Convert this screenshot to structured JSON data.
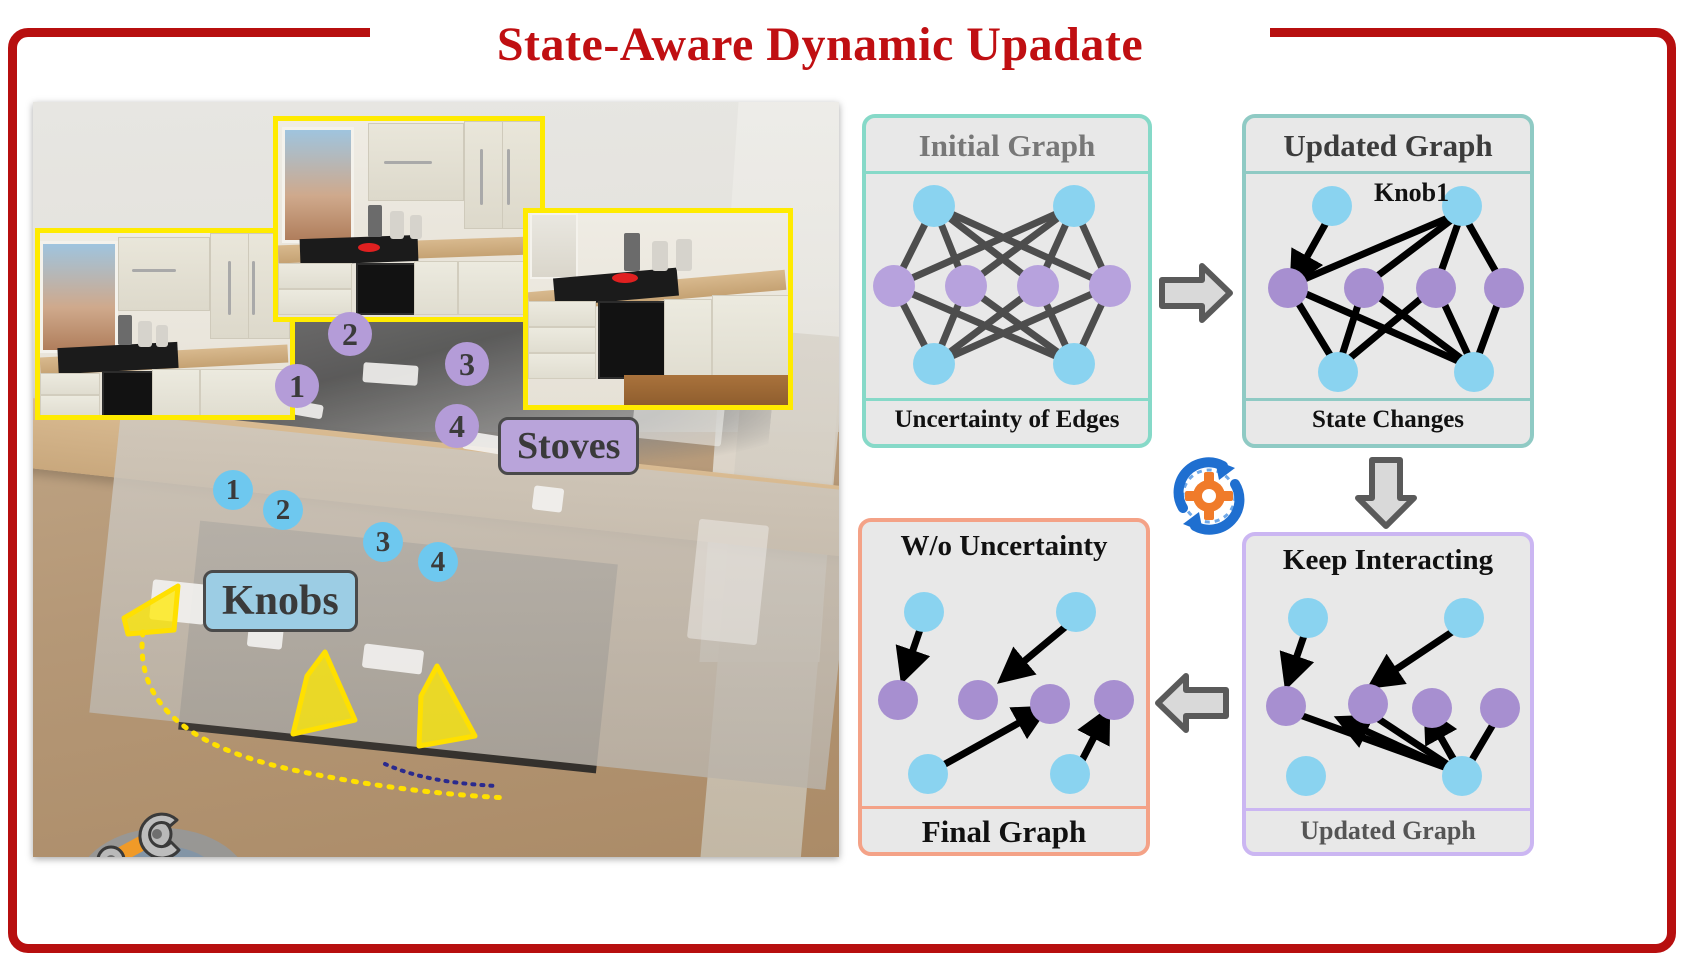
{
  "page": {
    "title": "State-Aware Dynamic Upadate",
    "frame_color": "#b70f0f",
    "title_color": "#c00f12"
  },
  "scene": {
    "name": "kitchen-point-cloud-scene",
    "class_chips": [
      {
        "label": "Stoves",
        "color": "#b9a4da"
      },
      {
        "label": "Knobs",
        "color": "#9ccde4"
      }
    ],
    "stove_markers": [
      {
        "label": "1"
      },
      {
        "label": "2"
      },
      {
        "label": "3"
      },
      {
        "label": "4"
      }
    ],
    "knob_markers": [
      {
        "label": "1"
      },
      {
        "label": "2"
      },
      {
        "label": "3"
      },
      {
        "label": "4"
      }
    ],
    "marker_colors": {
      "stove": "#b49cd8",
      "knob": "#6ec8ef"
    },
    "inset_border_color": "#ffeb00",
    "insets": [
      {
        "name": "kitchen-view-left"
      },
      {
        "name": "kitchen-view-center"
      },
      {
        "name": "kitchen-view-right"
      }
    ],
    "robot": {
      "name": "mobile-manipulator-robot"
    },
    "waypoint": {
      "name": "location-pin"
    }
  },
  "diagram": {
    "cycle_icon": {
      "name": "refresh-gear-icon",
      "arc_color": "#1f6fd0",
      "gear_color": "#f07b2a"
    },
    "panels": [
      {
        "id": "initial",
        "header": "Initial Graph",
        "footer": "Uncertainty of Edges",
        "border_color": "#86d9c8",
        "header_color": "#777777",
        "footer_color": "#111111",
        "node_label": "",
        "edge_style": "undirected-gray"
      },
      {
        "id": "updated-top",
        "header": "Updated Graph",
        "footer": "State Changes",
        "border_color": "#8fcac4",
        "header_color": "#3c3c3c",
        "footer_color": "#111111",
        "node_label": "Knob1",
        "edge_style": "directed-black"
      },
      {
        "id": "keep-interacting",
        "header": "Keep Interacting",
        "footer": "Updated Graph",
        "border_color": "#cbb6f2",
        "header_color": "#111111",
        "footer_color": "#555555",
        "node_label": "",
        "edge_style": "directed-black"
      },
      {
        "id": "final",
        "header": "W/o Uncertainty",
        "footer": "Final Graph",
        "border_color": "#f4a287",
        "header_color": "#111111",
        "footer_color": "#111111",
        "node_label": "",
        "edge_style": "directed-black"
      }
    ],
    "flow_arrows": [
      {
        "name": "arrow-initial-to-updated",
        "direction": "right"
      },
      {
        "name": "arrow-updated-to-keep",
        "direction": "down"
      },
      {
        "name": "arrow-keep-to-final",
        "direction": "left"
      }
    ],
    "node_colors": {
      "blue": "#8ad3f0",
      "purple": "#a78fd0"
    }
  }
}
